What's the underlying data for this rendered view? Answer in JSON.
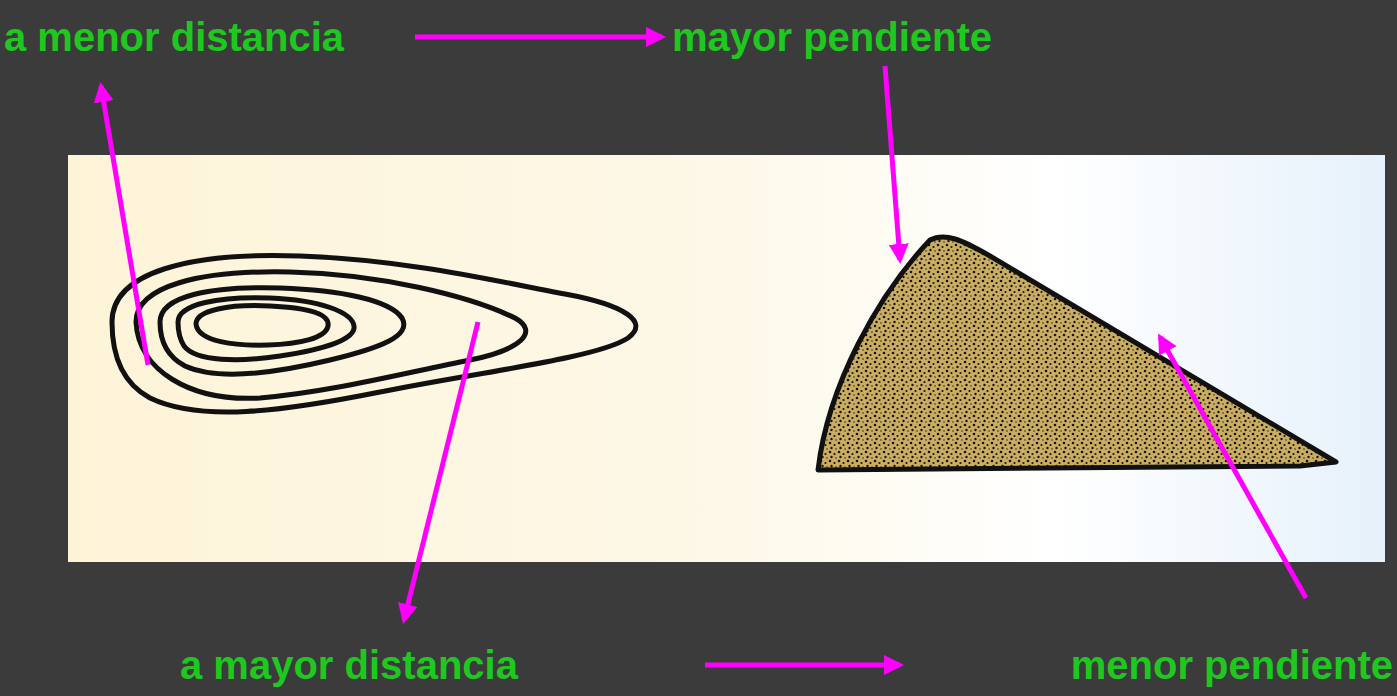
{
  "diagram": {
    "labels": [
      "a menor distancia",
      "mayor pendiente",
      "a mayor distancia",
      "menor pendiente"
    ]
  }
}
